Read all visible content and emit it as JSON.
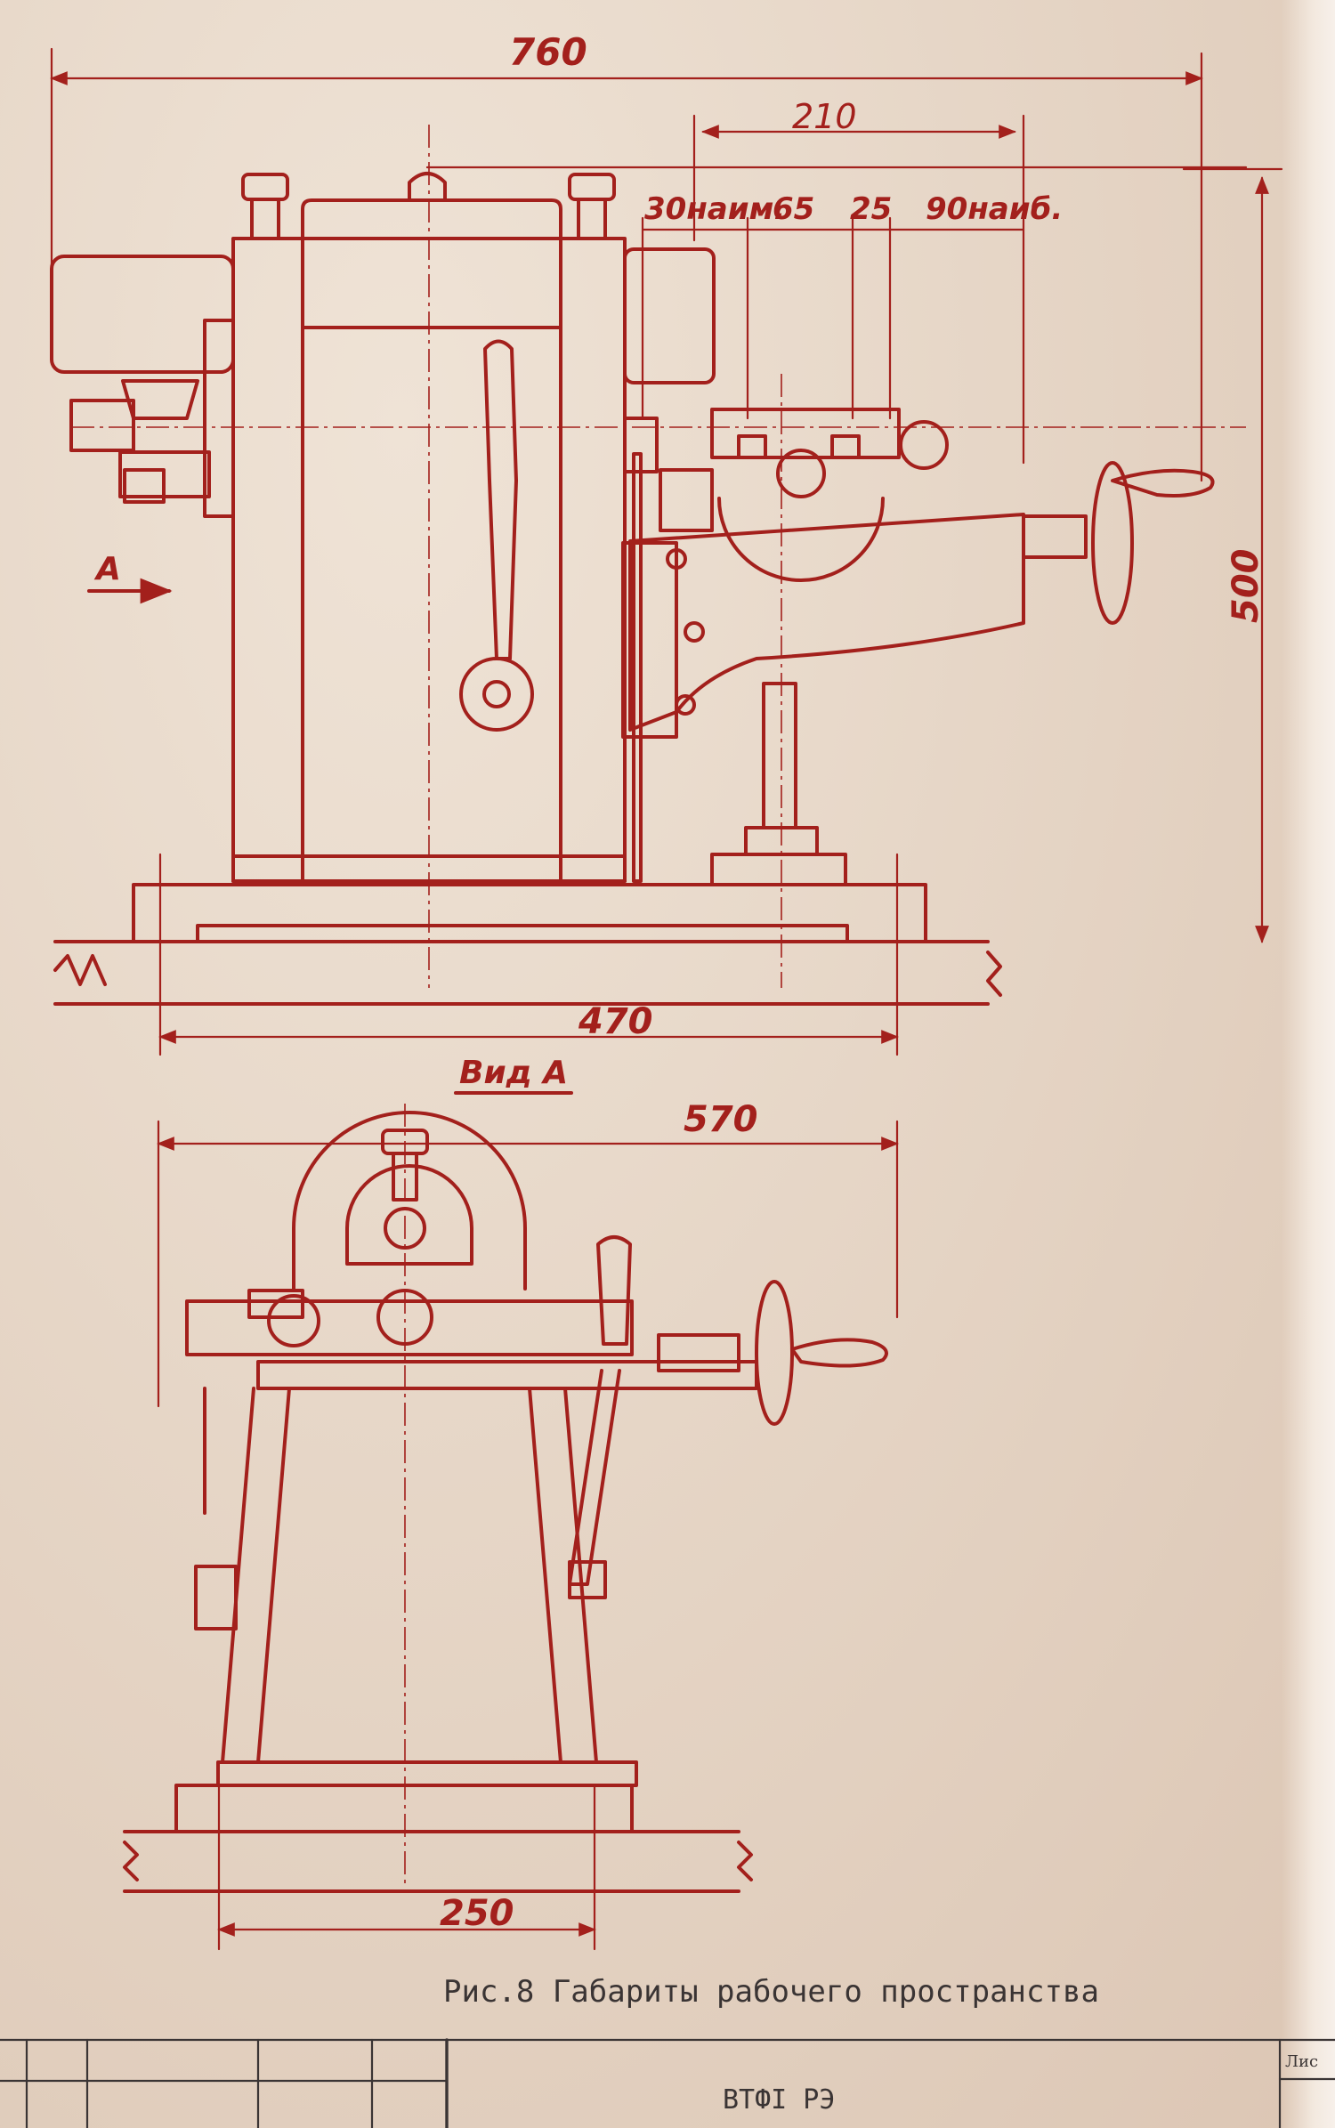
{
  "drawing": {
    "side_view": {
      "dim_overall_width": "760",
      "dim_table_travel": "210",
      "dim_min_offset": "30наим.",
      "dim_step_a": "65",
      "dim_step_b": "25",
      "dim_max_offset": "90наиб.",
      "dim_height": "500",
      "dim_base_width": "470",
      "view_marker": "A"
    },
    "front_view": {
      "view_label": "Вид А",
      "dim_width": "570",
      "dim_base_width": "250"
    }
  },
  "caption": "Рис.8 Габариты рабочего пространства",
  "title_block": {
    "document_code": "ВТФI РЭ",
    "sheet_label": "Лис"
  },
  "colors": {
    "ink": "#a3201c",
    "paper": "#e7d9cc",
    "print": "#3a3434"
  }
}
